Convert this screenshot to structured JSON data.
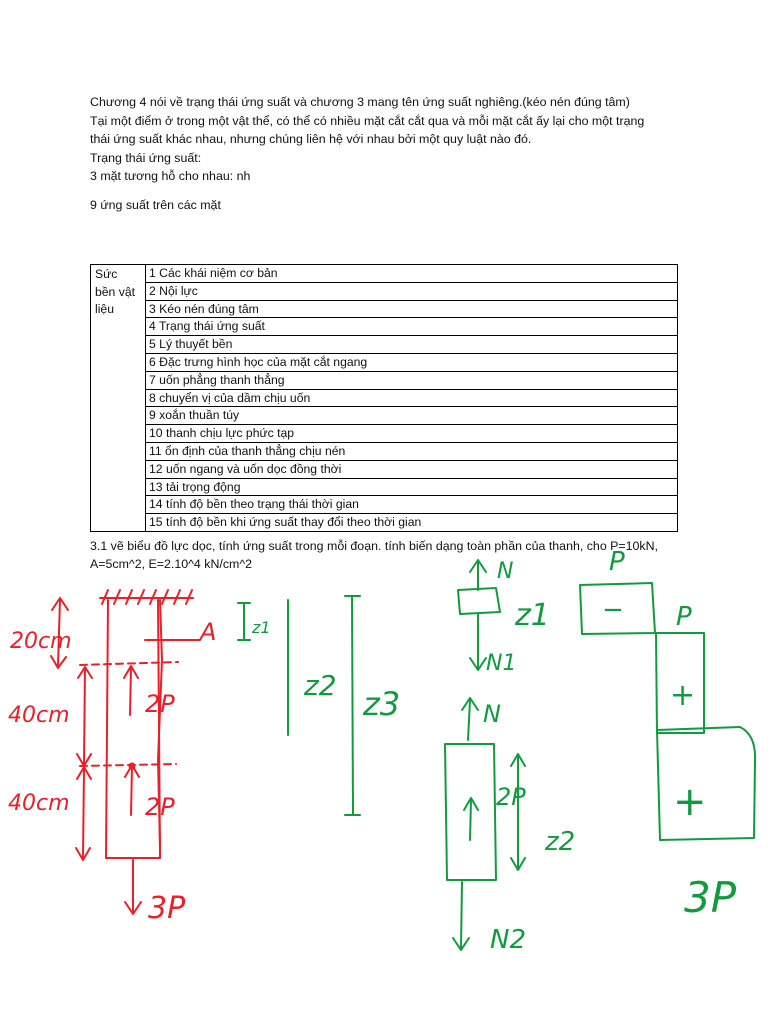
{
  "intro": {
    "lines": [
      "Chương 4 nói về trạng thái ứng suất và chương 3 mang tên ứng suất nghiêng.(kéo nén đúng tâm)",
      "Tại một điểm ở trong một vật thể, có thể có nhiều mặt cắt cắt qua và mỗi mặt cắt ấy lại cho một trạng",
      "thái ứng suất khác nhau, nhưng chúng liên hệ với nhau bởi một quy luật nào đó.",
      "Trạng thái ứng suất:",
      "3 mặt tương hỗ cho nhau: nh",
      "",
      "9 ứng suất trên các mặt"
    ]
  },
  "syllabus": {
    "subject": "Sức bền vật liệu",
    "chapters": [
      "1 Các khái niệm cơ bản",
      "2 Nội lực",
      "3 Kéo nén đúng tâm",
      "4 Trạng thái ứng suất",
      "5 Lý thuyết bền",
      "6 Đặc trưng hình học của mặt cắt ngang",
      "7 uốn phẳng thanh thẳng",
      "8 chuyển vị của dầm chịu uốn",
      "9 xoắn thuần túy",
      "10 thanh chịu lực phức tạp",
      "11 ổn định của thanh thẳng chịu nén",
      "12 uốn ngang và uốn dọc đồng thời",
      "13 tải trọng động",
      "14 tính độ bền theo trạng thái thời gian",
      "15 tính độ bền khi ứng suất thay đổi theo thời gian"
    ]
  },
  "exercise": {
    "line1": "3.1 vẽ biểu đồ lực dọc, tính ứng suất trong mỗi đoạn. tính biến dạng toàn phần của thanh, cho P=10kN,",
    "line2": "A=5cm^2, E=2.10^4 kN/cm^2"
  },
  "sketch": {
    "red": {
      "dim1": "20cm",
      "dim2": "40cm",
      "dim3": "40cm",
      "point_label": "A",
      "load1": "2P",
      "load2": "2P",
      "bottom_load": "3P"
    },
    "green": {
      "z1": "z1",
      "z2": "z2",
      "z3": "z3",
      "fbd1_top": "N",
      "fbd1_label": "z1",
      "fbd1_bottom": "N1",
      "fbd2_top": "N",
      "fbd2_load": "2P",
      "fbd2_label": "z2",
      "fbd2_bottom": "N2",
      "diag_top": "P",
      "diag_minus": "−",
      "diag_p": "P",
      "diag_plus1": "+",
      "diag_plus2": "+",
      "diag_bottom": "3P"
    }
  }
}
